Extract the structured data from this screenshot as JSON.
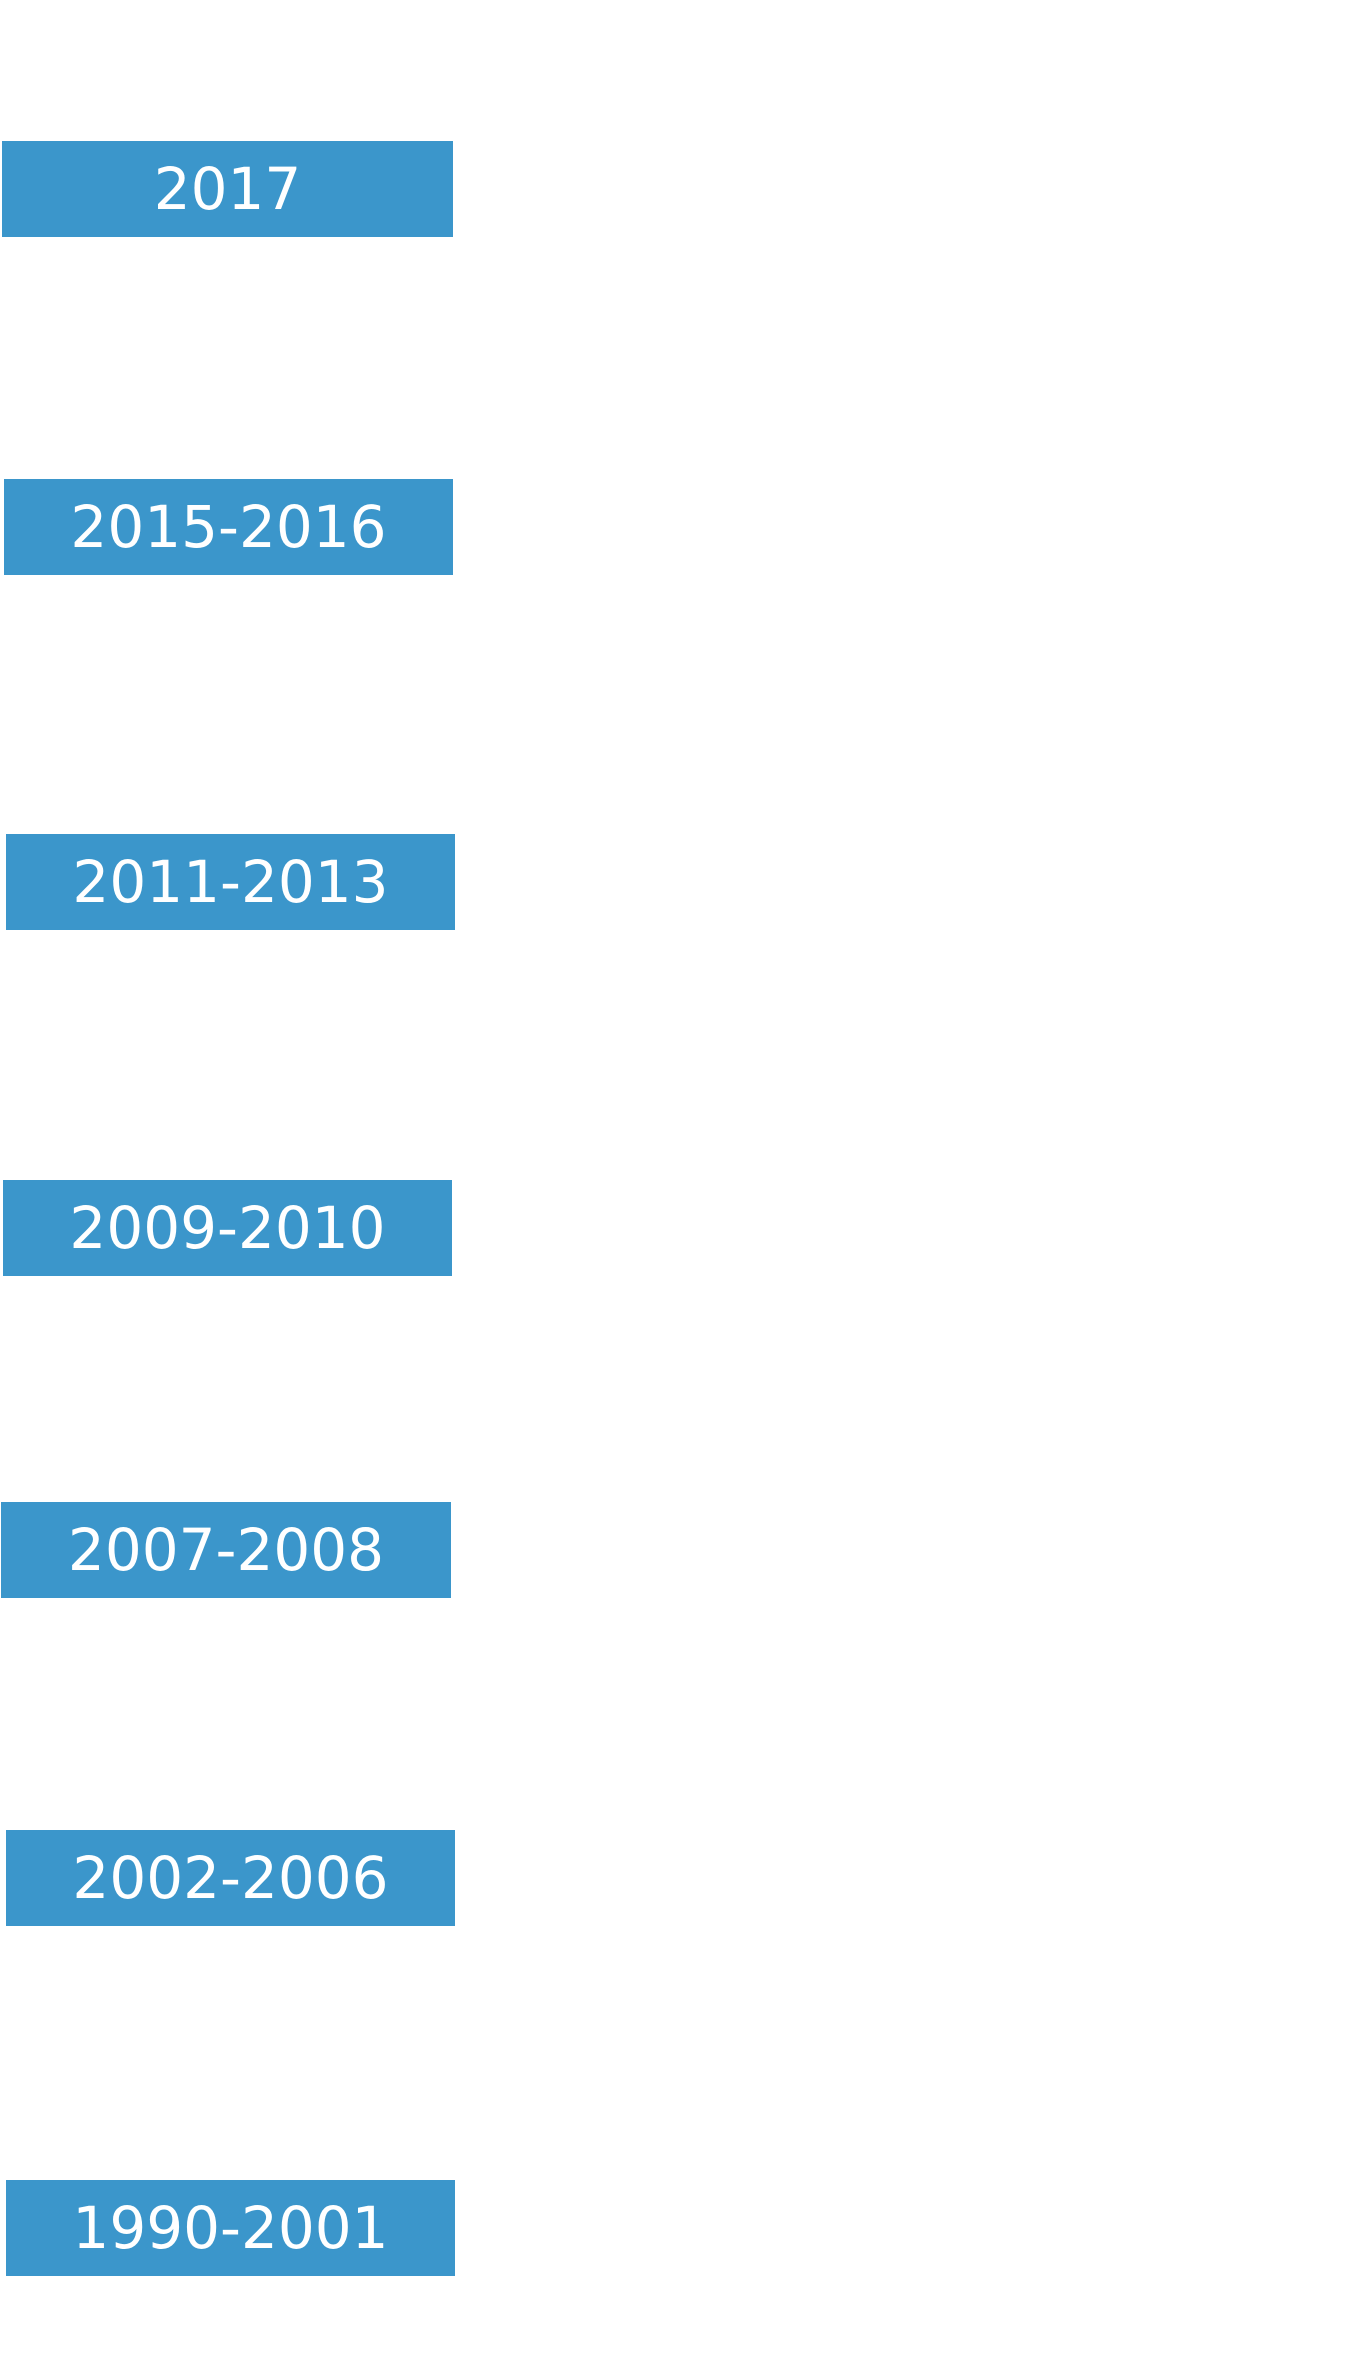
{
  "timeline": {
    "periods": [
      {
        "label": "2017"
      },
      {
        "label": "2015-2016"
      },
      {
        "label": "2011-2013"
      },
      {
        "label": "2009-2010"
      },
      {
        "label": "2007-2008"
      },
      {
        "label": "2002-2006"
      },
      {
        "label": "1990-2001"
      }
    ]
  },
  "colors": {
    "badge_background": "#3b96cb",
    "badge_text": "#ffffff",
    "page_background": "#ffffff"
  }
}
